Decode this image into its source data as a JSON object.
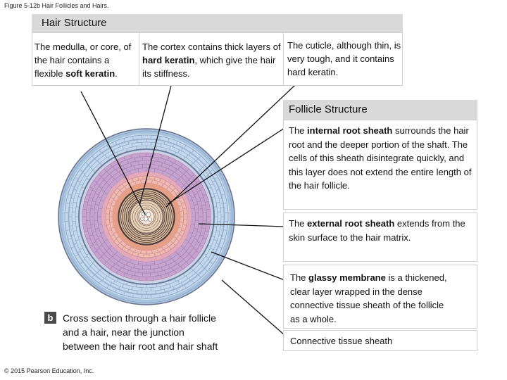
{
  "figure_title": "Figure 5-12b Hair Follicles and Hairs.",
  "hair_structure": {
    "header": "Hair Structure",
    "medulla": {
      "pre": "The medulla, or core, of the hair contains a flexible ",
      "bold": "soft keratin",
      "post": "."
    },
    "cortex": {
      "pre": "The cortex contains thick layers of ",
      "bold": "hard keratin",
      "post": ", which give the hair its stiffness."
    },
    "cuticle": {
      "text": "The cuticle, although thin, is very tough, and it contains hard keratin."
    }
  },
  "follicle_structure": {
    "header": "Follicle Structure",
    "internal_root_sheath": {
      "pre": "The ",
      "bold": "internal root sheath",
      "post": " surrounds the hair root and the deeper portion of the shaft. The cells of this sheath disintegrate quickly, and this layer does not extend the entire length of the hair follicle."
    },
    "external_root_sheath": {
      "pre": "The ",
      "bold": "external root sheath",
      "post": " extends from the skin surface to the hair matrix."
    },
    "glassy_membrane": {
      "pre": "The ",
      "bold": "glassy membrane",
      "post": " is a thickened, clear layer wrapped in the dense connective tissue sheath of the follicle as a whole."
    },
    "connective_tissue_sheath": {
      "text": "Connective tissue sheath"
    }
  },
  "caption": {
    "badge": "b",
    "text": "Cross section through a hair follicle and a hair, near the junction between the hair root and hair shaft"
  },
  "copyright": "© 2015 Pearson Education, Inc.",
  "colors": {
    "header_gray": "#d9d9d9",
    "connective_tissue_blue": "#bcd4ea",
    "external_root_sheath_purple": "#c8a6cf",
    "glassy_membrane_pink": "#eeb6b6",
    "internal_root_sheath_orange": "#e7a585",
    "cortex_tan": "#e0c8a8"
  }
}
